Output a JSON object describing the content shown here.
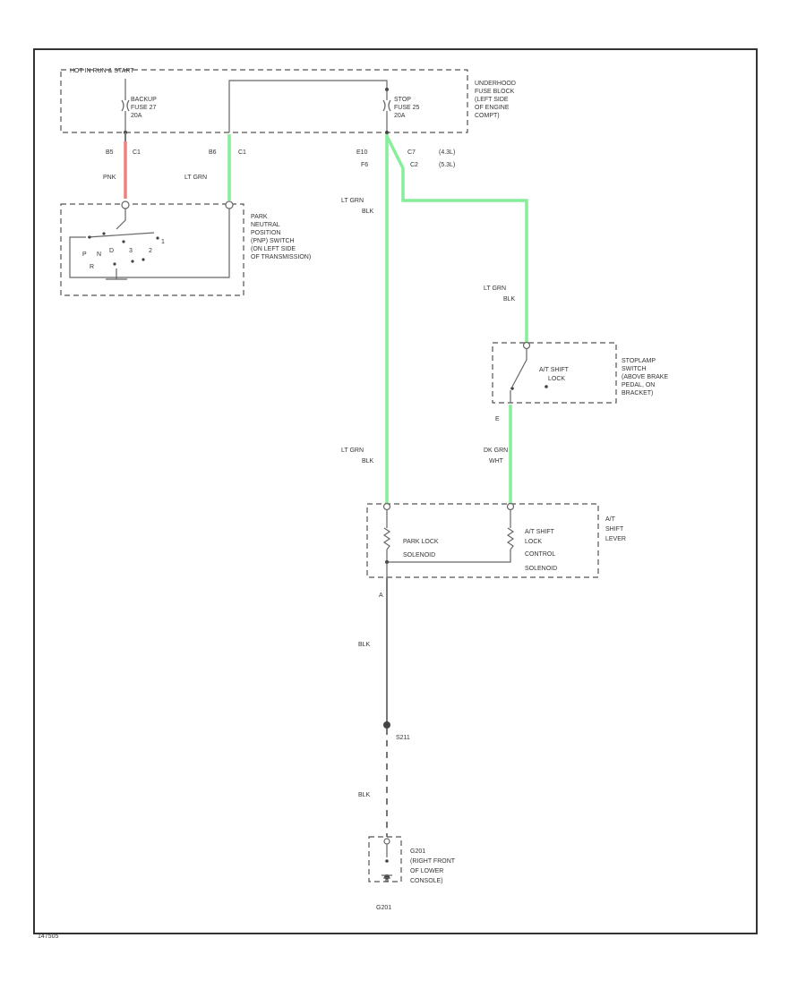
{
  "diagram_id": "147505",
  "colors": {
    "lt_grn_wire": "#86ee9a",
    "pnk_wire": "#f08080"
  },
  "underhood": {
    "hot_label": "HOT IN RUN & START",
    "backup_fuse": [
      "BACKUP",
      "FUSE 27",
      "20A"
    ],
    "stop_fuse": [
      "STOP",
      "FUSE 25",
      "20A"
    ],
    "fuse_block": [
      "UNDERHOOD",
      "FUSE BLOCK",
      "(LEFT SIDE",
      "OF ENGINE",
      "COMPT)"
    ]
  },
  "pins": {
    "b5": "B5",
    "b5c1": "C1",
    "b6": "B6",
    "b6c1": "C1",
    "e10": "E10",
    "f6": "F6",
    "c7": "C7",
    "c2": "C2",
    "variant1": "(4.3L)",
    "variant2": "(5.3L)"
  },
  "wires": {
    "pnk": "PNK",
    "lt_grn": "LT GRN",
    "lt_grn_blk_a": [
      "LT GRN",
      "BLK"
    ],
    "lt_grn_blk_b": [
      "LT GRN",
      "BLK"
    ],
    "lt_grn_blk_c": [
      "LT GRN",
      "BLK"
    ],
    "dk_grn_wht": [
      "DK GRN",
      "WHT"
    ],
    "blk1": "BLK",
    "blk2": "BLK"
  },
  "pnp_switch": {
    "label": [
      "PARK",
      "NEUTRAL",
      "POSITION",
      "(PNP) SWITCH",
      "(ON LEFT SIDE",
      "OF TRANSMISSION)"
    ],
    "positions": [
      "P",
      "N",
      "R",
      "D",
      "3",
      "2",
      "1"
    ]
  },
  "stoplamp": {
    "inner": [
      "A/T SHIFT",
      "LOCK"
    ],
    "label": [
      "STOPLAMP",
      "SWITCH",
      "(ABOVE BRAKE",
      "PEDAL, ON",
      "BRACKET)"
    ],
    "pin_e": "E"
  },
  "shift_lever": {
    "park_lock": [
      "PARK LOCK",
      "SOLENOID"
    ],
    "control": [
      "A/T SHIFT",
      "LOCK",
      "CONTROL",
      "SOLENOID"
    ],
    "label": [
      "A/T",
      "SHIFT",
      "LEVER"
    ],
    "pin_a": "A"
  },
  "ground": {
    "splice": "S211",
    "g201_desc": [
      "G201",
      "(RIGHT FRONT",
      "OF LOWER",
      "CONSOLE)"
    ],
    "g201_bottom": "G201"
  }
}
